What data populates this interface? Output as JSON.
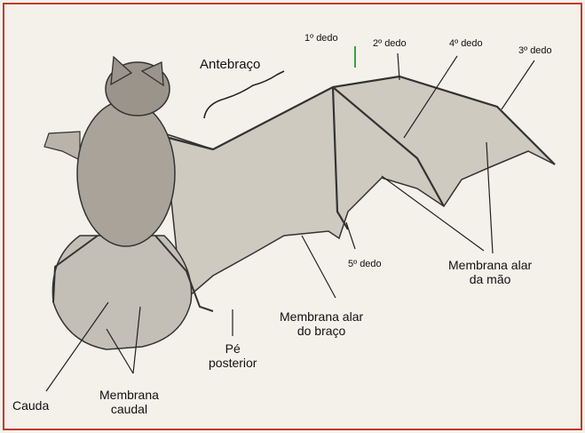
{
  "labels": {
    "antebraco": "Antebraço",
    "dedo1": "1º dedo",
    "dedo2": "2º dedo",
    "dedo4": "4º dedo",
    "dedo3": "3º dedo",
    "dedo5": "5º dedo",
    "membrana_mao": [
      "Membrana alar",
      "da mão"
    ],
    "membrana_braco": [
      "Membrana alar",
      "do braço"
    ],
    "pe": [
      "Pé",
      "posterior"
    ],
    "cauda": "Cauda",
    "membrana_caudal": [
      "Membrana",
      "caudal"
    ]
  },
  "colors": {
    "paper": "#f4f1ea",
    "ink": "#222222",
    "membrane": "#cfcac0",
    "body": "#a9a39a",
    "accent_green": "#3aa04a",
    "frame": "#c43a2a"
  }
}
